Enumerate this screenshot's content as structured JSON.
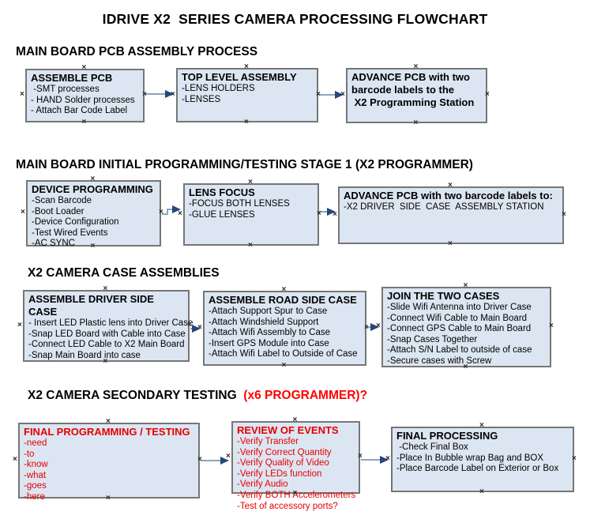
{
  "title": "IDRIVE X2  SERIES CAMERA PROCESSING FLOWCHART",
  "colors": {
    "box_fill": "#dce6f2",
    "box_border": "#767676",
    "arrow_line": "#8ea3c0",
    "arrow_head": "#25477b",
    "red_text": "#e60000",
    "accent_red": "#ff0000",
    "black_text": "#000000"
  },
  "handle_icon": "×",
  "sections": [
    {
      "heading": "MAIN BOARD PCB ASSEMBLY PROCESS",
      "heading_accent": "",
      "boxes": [
        {
          "title": "ASSEMBLE PCB",
          "color": "black",
          "lines": [
            " -SMT processes",
            "- HAND Solder processes",
            "- Attach Bar Code Label"
          ]
        },
        {
          "title": "TOP LEVEL ASSEMBLY",
          "color": "black",
          "lines": [
            "-LENS HOLDERS",
            "-LENSES"
          ]
        },
        {
          "title": "ADVANCE PCB with two\nbarcode labels to the\n X2 Programming Station",
          "color": "black",
          "lines": []
        }
      ]
    },
    {
      "heading": "MAIN BOARD INITIAL PROGRAMMING/TESTING STAGE 1 (X2 PROGRAMMER)",
      "heading_accent": "",
      "boxes": [
        {
          "title": "DEVICE PROGRAMMING",
          "color": "black",
          "lines": [
            "-Scan Barcode",
            "-Boot Loader",
            "-Device Configuration",
            "-Test Wired Events",
            "-AC SYNC"
          ]
        },
        {
          "title": "LENS FOCUS",
          "color": "black",
          "lines": [
            "-FOCUS BOTH LENSES",
            "-GLUE LENSES"
          ]
        },
        {
          "title": "ADVANCE PCB with two barcode labels to:",
          "color": "black",
          "lines": [
            "-X2 DRIVER  SIDE  CASE  ASSEMBLY STATION"
          ]
        }
      ]
    },
    {
      "heading": "X2 CAMERA CASE ASSEMBLIES",
      "heading_accent": "",
      "boxes": [
        {
          "title": "ASSEMBLE DRIVER SIDE CASE",
          "color": "black",
          "lines": [
            "- Insert LED Plastic lens into Driver Case",
            "-Snap LED Board with Cable into Case",
            "-Connect LED Cable to X2 Main Board",
            "-Snap Main Board into case"
          ]
        },
        {
          "title": "ASSEMBLE ROAD SIDE CASE",
          "color": "black",
          "lines": [
            "-Attach Support Spur to Case",
            "-Attach Windshield Support",
            "-Attach Wifi Assembly to Case",
            "-Insert GPS Module into Case",
            "-Attach Wifi Label to Outside of Case"
          ]
        },
        {
          "title": "JOIN THE TWO CASES",
          "color": "black",
          "lines": [
            "-Slide Wifi Antenna into Driver Case",
            "-Connect Wifi Cable to Main Board",
            "-Connect GPS Cable to Main Board",
            "-Snap Cases Together",
            "-Attach S/N Label to outside of case",
            "-Secure cases with Screw"
          ]
        }
      ]
    },
    {
      "heading": "X2 CAMERA SECONDARY TESTING ",
      "heading_accent": " (x6 PROGRAMMER)?",
      "boxes": [
        {
          "title": "FINAL PROGRAMMING / TESTING",
          "color": "red",
          "lines": [
            "-need",
            "-to",
            "-know",
            "-what",
            "-goes",
            "-here"
          ]
        },
        {
          "title": "REVIEW OF EVENTS",
          "color": "red",
          "lines": [
            "-Verify Transfer",
            "-Verify Correct Quantity",
            "-Verify Quality of Video",
            "-Verify LEDs function",
            "-Verify Audio",
            "-Verify BOTH Accelerometers",
            "-Test of accessory ports?"
          ]
        },
        {
          "title": "FINAL PROCESSING",
          "color": "black",
          "lines": [
            " -Check Final Box",
            "-Place In Bubble wrap Bag and BOX",
            "-Place Barcode Label on Exterior or Box"
          ]
        }
      ]
    }
  ]
}
